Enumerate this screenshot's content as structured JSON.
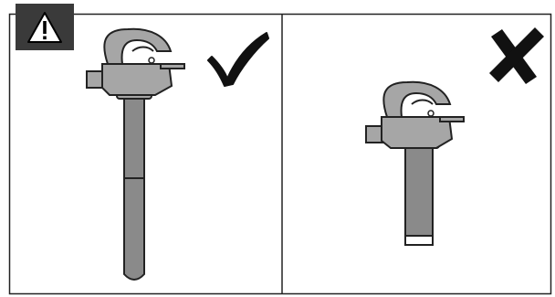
{
  "figure": {
    "panels": [
      {
        "name": "correct",
        "mark": "check-mark-icon",
        "verdict": "correct"
      },
      {
        "name": "incorrect",
        "mark": "cross-mark-icon",
        "verdict": "incorrect"
      }
    ],
    "warning_icon": "warning-triangle-icon",
    "device_icon": "leaf-blower-vacuum-icon",
    "colors": {
      "frame": "#222222",
      "tube_fill": "#8a8a8a",
      "body_fill": "#a6a6a6",
      "warning_bg": "#3a3a3a",
      "mark": "#111111"
    }
  }
}
